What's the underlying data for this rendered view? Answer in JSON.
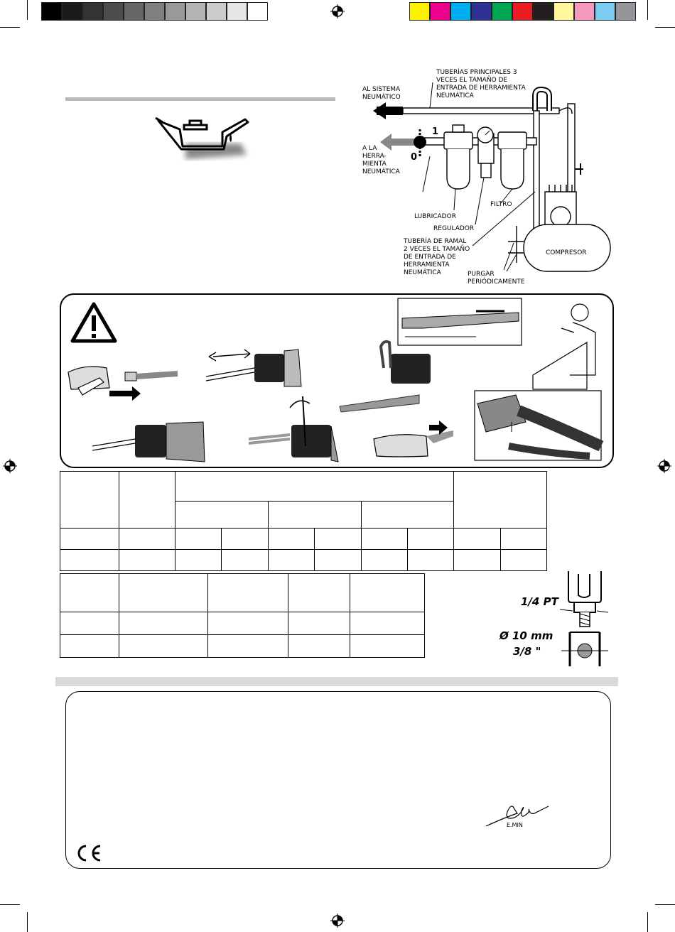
{
  "colors": {
    "grays": [
      "#000000",
      "#1a1a1a",
      "#333333",
      "#4d4d4d",
      "#666666",
      "#808080",
      "#999999",
      "#b3b3b3",
      "#cccccc",
      "#e6e6e6",
      "#ffffff"
    ],
    "process": [
      "#fff200",
      "#ec008c",
      "#00aeef",
      "#2e3192",
      "#00a651",
      "#ed1c24",
      "#231f20",
      "#fff799",
      "#f49ac1",
      "#7accf0",
      "#939598"
    ],
    "section_bar": "#d9d9d9"
  },
  "air_system": {
    "main_pipes": "TUBERÍAS PRINCIPALES 3\nVECES EL TAMAÑO DE\nENTRADA DE HERRAMIENTA\nNEUMÁTICA",
    "to_system": "AL SISTEMA\nNEUMÁTICO",
    "to_tool": "A LA\nHERRA-\nMIENTA\nNEUMÁTICA",
    "valve_on": "1",
    "valve_off": "0",
    "lubricator": "LUBRICADOR",
    "filter": "FILTRO",
    "regulator": "REGULADOR",
    "branch_pipe": "TUBERÍA DE RAMAL\n2 VECES EL TAMAÑO\nDE ENTRADA DE\nHERRAMIENTA\nNEUMÁTICA",
    "drain": "PURGAR\nPERIÓDICAMENTE",
    "compressor": "COMPRESOR"
  },
  "fitting": {
    "thread": "1/4 PT",
    "hose_mm": "Ø 10 mm",
    "hose_in": "3/8 \""
  },
  "signature": {
    "name": "E.MIN"
  },
  "ce_mark": "CE",
  "icons": [
    "oil-can-icon",
    "warning-triangle-icon",
    "registration-mark-icon",
    "ce-mark-icon"
  ]
}
